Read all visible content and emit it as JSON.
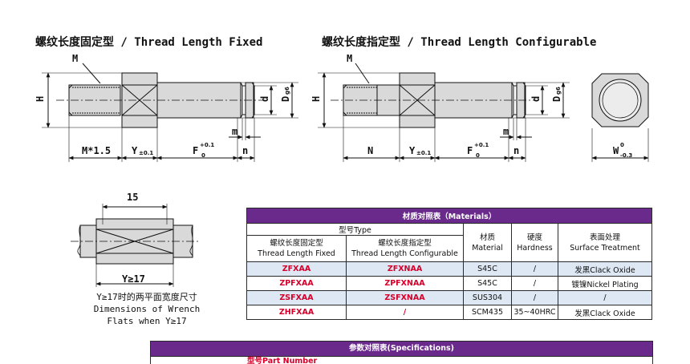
{
  "titles": {
    "fixed": "螺纹长度固定型 / Thread Length Fixed",
    "configurable": "螺纹长度指定型 / Thread Length Configurable"
  },
  "dims": {
    "M": "M",
    "H": "H",
    "d": "d",
    "D": "D",
    "D_sub": "g6",
    "m": "m",
    "n": "n",
    "M15": "M*1.5",
    "Y": "Y",
    "Y_tol": "±0.1",
    "F": "F",
    "F_tol_top": "+0.1",
    "F_tol_bot": "0",
    "N": "N",
    "W": "W",
    "W_tol_top": "0",
    "W_tol_bot": "-0.3",
    "wrench_15": "15",
    "wrench_y": "Y≥17"
  },
  "wrench_note": {
    "line1": "Y≥17时的两平面宽度尺寸",
    "line2": "Dimensions of Wrench",
    "line3": "Flats when Y≥17"
  },
  "materials": {
    "title": "材质对照表（Materials）",
    "type_header": "型号Type",
    "col_fixed_cn": "螺纹长度固定型",
    "col_fixed_en": "Thread Length Fixed",
    "col_conf_cn": "螺纹长度指定型",
    "col_conf_en": "Thread Length Configurable",
    "col_mat_cn": "材质",
    "col_mat_en": "Material",
    "col_hard_cn": "硬度",
    "col_hard_en": "Hardness",
    "col_surf_cn": "表面处理",
    "col_surf_en": "Surface Treatment",
    "rows": [
      {
        "fixed": "ZFXAA",
        "conf": "ZFXNAA",
        "material": "S45C",
        "hardness": "/",
        "surface": "发黑Clack Oxide"
      },
      {
        "fixed": "ZPFXAA",
        "conf": "ZPFXNAA",
        "material": "S45C",
        "hardness": "/",
        "surface": "镀镍Nickel Plating"
      },
      {
        "fixed": "ZSFXAA",
        "conf": "ZSFXNAA",
        "material": "SUS304",
        "hardness": "/",
        "surface": "/"
      },
      {
        "fixed": "ZHFXAA",
        "conf": "/",
        "material": "SCM435",
        "hardness": "35~40HRC",
        "surface": "发黑Clack Oxide"
      }
    ]
  },
  "specs": {
    "title": "参数对照表(Specifications)",
    "first_cell": "型号Part Number"
  },
  "colors": {
    "header_purple": "#6a2a8c",
    "code_red": "#d6002a",
    "row_blue": "#dde8f4"
  }
}
